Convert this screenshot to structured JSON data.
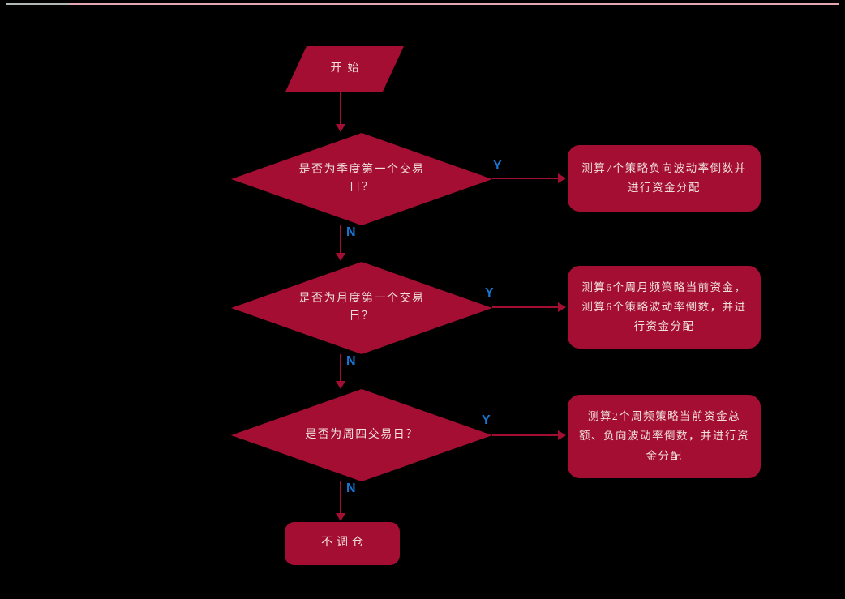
{
  "meta": {
    "background": "#000000",
    "shape_red": "#A40E33",
    "edge_label_blue": "#1876D2",
    "shape_text_color": "#F0DFDC",
    "top_rule_left_gray": "#AFB8B2",
    "top_rule_right_pink": "#E2A7B1"
  },
  "flowchart": {
    "start": {
      "label": "开始"
    },
    "decisions": [
      {
        "label": "是否为季度第一个交易日？",
        "yes_label": "Y",
        "no_label": "N"
      },
      {
        "label": "是否为月度第一个交易日？",
        "yes_label": "Y",
        "no_label": "N"
      },
      {
        "label": "是否为周四交易日？",
        "yes_label": "Y",
        "no_label": "N"
      }
    ],
    "actions": [
      {
        "label": "测算7个策略负向波动率倒数并进行资金分配"
      },
      {
        "label": "测算6个周月频策略当前资金，测算6个策略波动率倒数，并进行资金分配"
      },
      {
        "label": "测算2个周频策略当前资金总额、负向波动率倒数，并进行资金分配"
      }
    ],
    "end": {
      "label": "不调仓"
    }
  }
}
